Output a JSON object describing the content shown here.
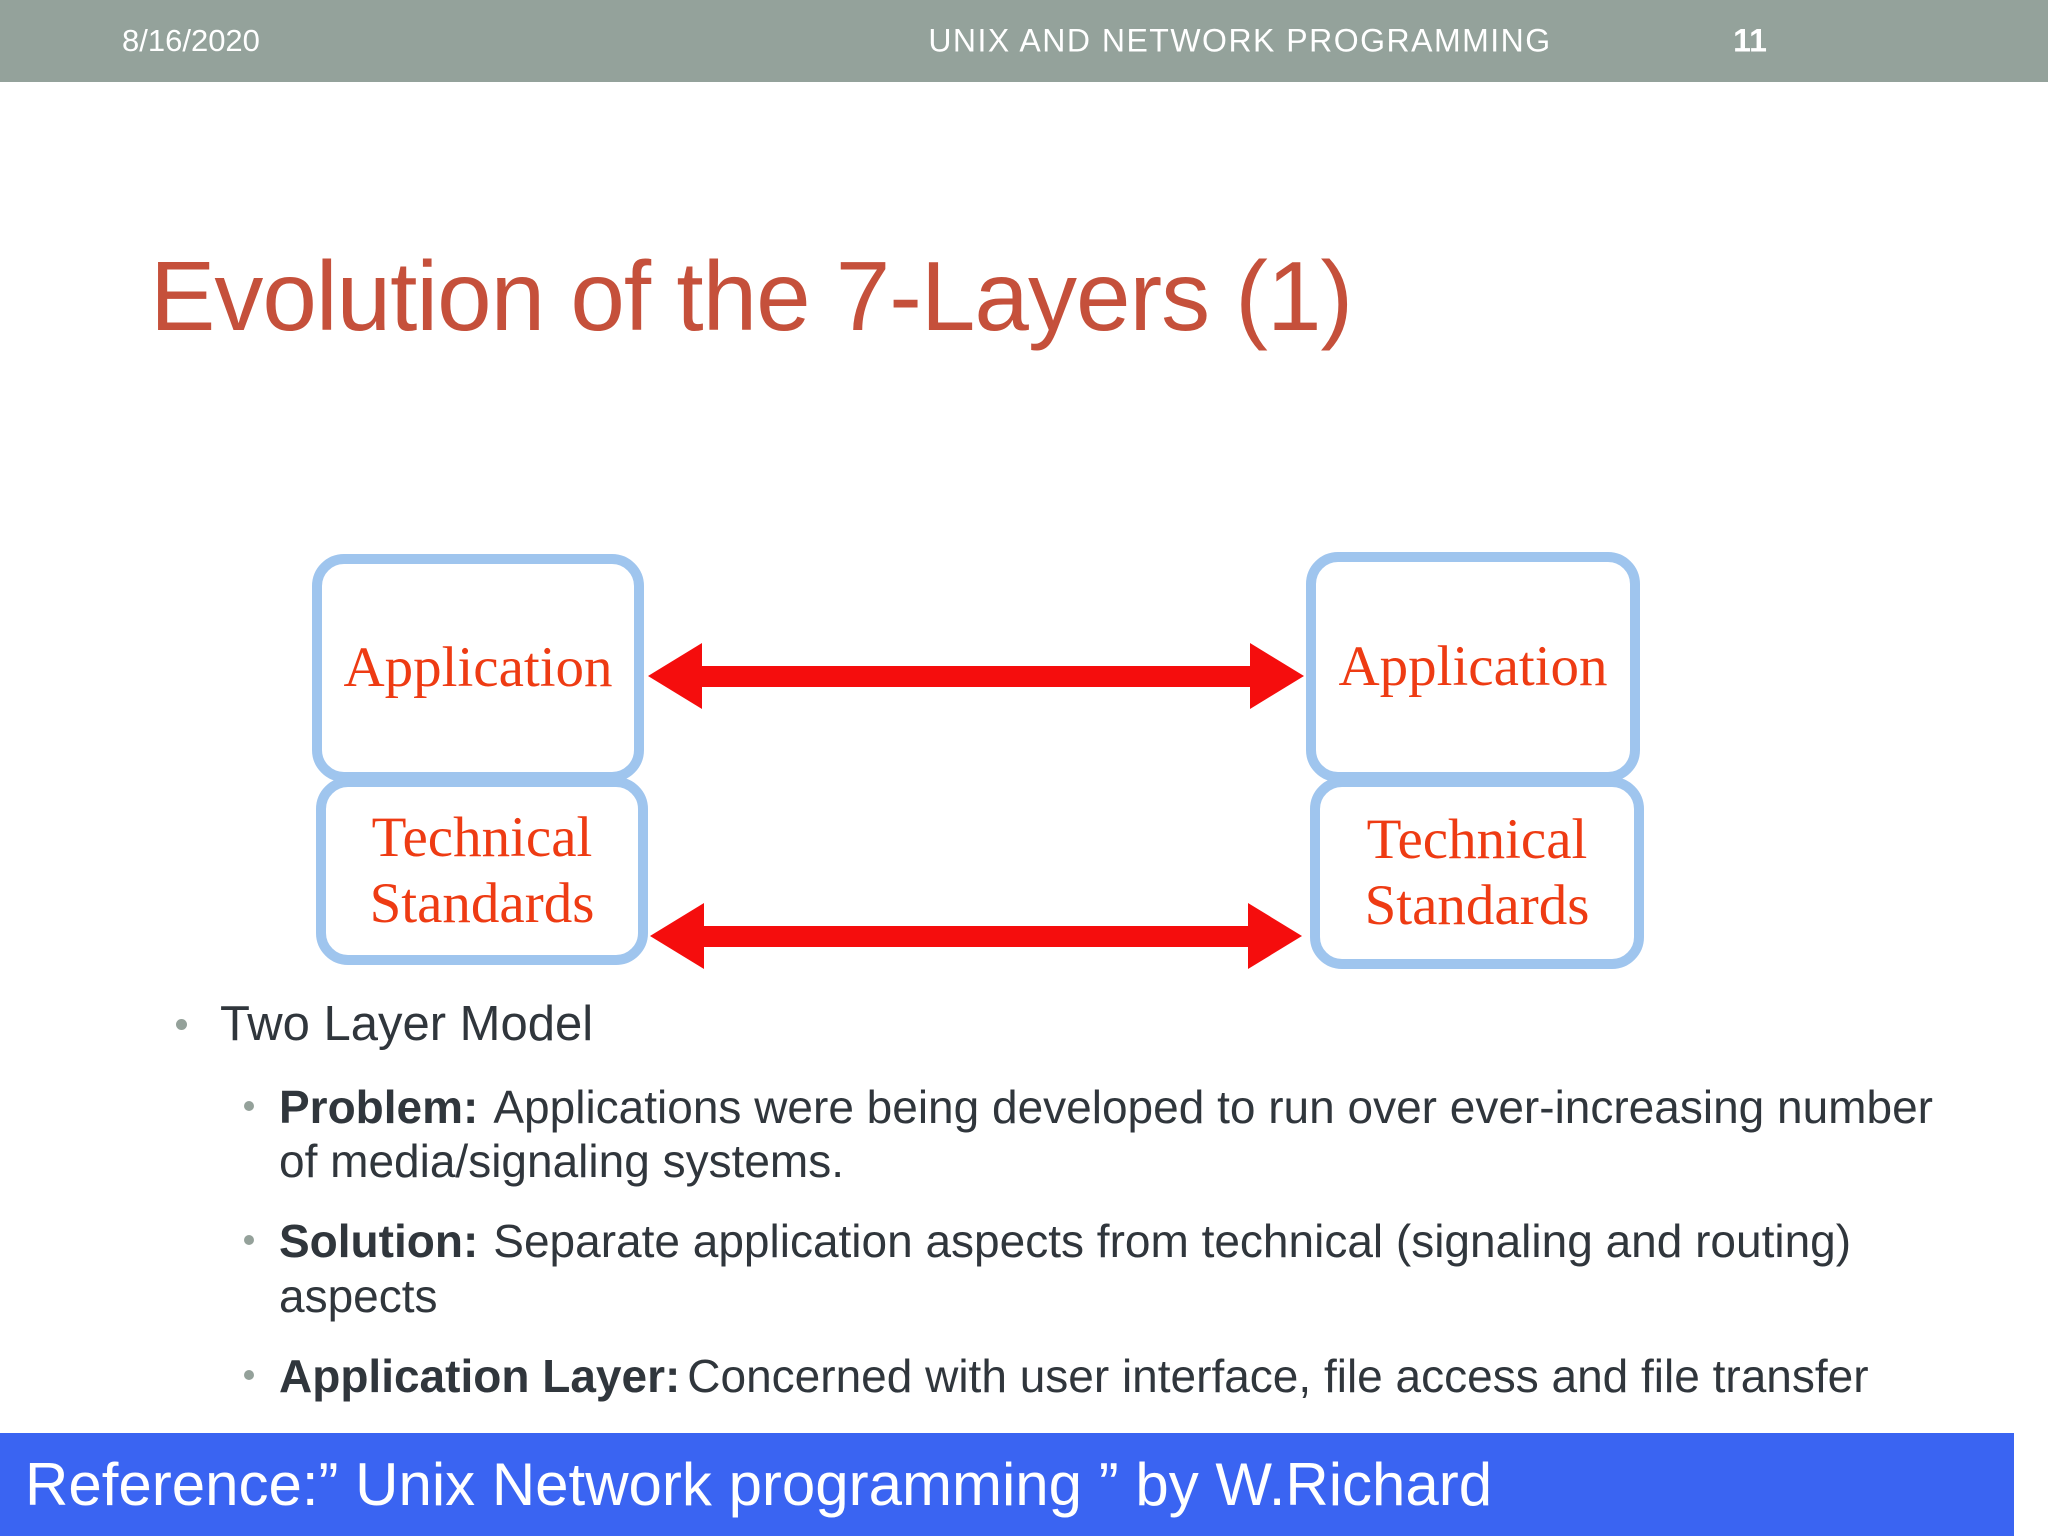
{
  "header": {
    "date": "8/16/2020",
    "course_title": "UNIX AND NETWORK PROGRAMMING",
    "page_number": "11"
  },
  "slide": {
    "title": "Evolution of the 7-Layers (1)"
  },
  "diagram": {
    "left_column": {
      "top_box": "Application",
      "bottom_box": "Technical Standards"
    },
    "right_column": {
      "top_box": "Application",
      "bottom_box": "Technical Standards"
    }
  },
  "bullets": {
    "level1": "Two Layer Model",
    "items": [
      {
        "label": "Problem:",
        "text": "Applications were being developed to run over ever-increasing number of media/signaling systems."
      },
      {
        "label": "Solution:",
        "text": "Separate application aspects from technical (signaling and routing) aspects"
      },
      {
        "label": "Application Layer:",
        "text": "Concerned with user interface, file access and file transfer"
      }
    ]
  },
  "footer": {
    "reference": "Reference:” Unix Network programming ” by W.Richard"
  },
  "colors": {
    "sage": "#94a29b",
    "title": "#c5503b",
    "box_border": "#9fc5ee",
    "box_text": "#ee3b13",
    "arrow": "#f50d0d",
    "text": "#30363c",
    "dot": "#94a19a",
    "footer_bg": "#3a64f2"
  }
}
